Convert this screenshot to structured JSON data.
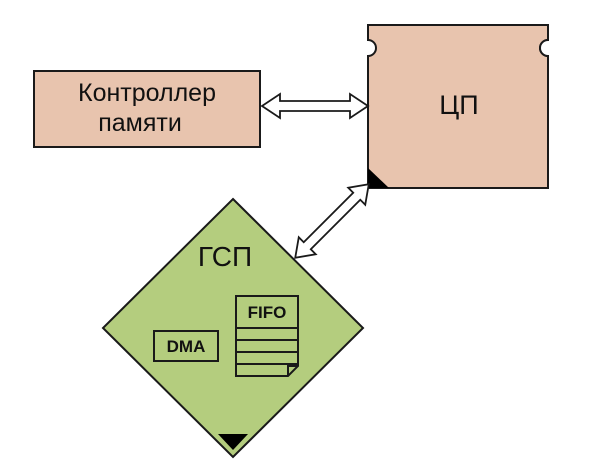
{
  "colors": {
    "node_fill": "#e8c4ae",
    "gpu_fill": "#b4cd7e",
    "stroke": "#1a1a1a",
    "corner_mark": "#000000",
    "arrow_fill": "#ffffff"
  },
  "diagram": {
    "memory_controller": {
      "line1": "Контроллер",
      "line2": "памяти"
    },
    "cpu": {
      "label": "ЦП"
    },
    "gsp": {
      "label": "ГСП",
      "dma_label": "DMA",
      "fifo_label": "FIFO",
      "fifo_slots": 4
    },
    "connections": [
      {
        "from": "memory_controller",
        "to": "cpu",
        "type": "bidirectional"
      },
      {
        "from": "cpu",
        "to": "gsp",
        "type": "bidirectional"
      }
    ]
  }
}
